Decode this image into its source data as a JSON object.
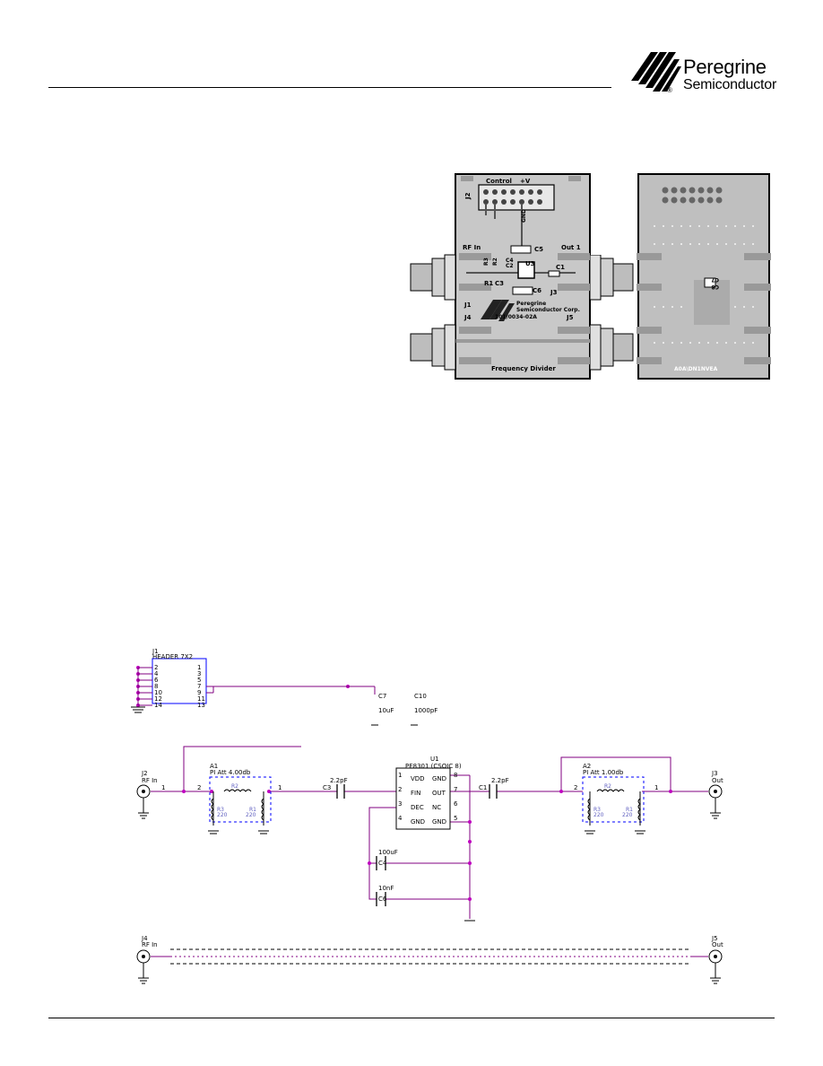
{
  "header": {
    "company_line1": "Peregrine",
    "company_line2": "Semiconductor",
    "trademark": "®"
  },
  "board_top": {
    "control_label": "Control",
    "plus_v_label": "+V",
    "j2_label": "J2",
    "rf_in_label": "RF In",
    "out1_label": "Out 1",
    "r3_label": "R3",
    "r2_label": "R2",
    "r1_label": "R1",
    "c2_label": "C2",
    "c3_label": "C3",
    "c4_label": "C4",
    "c5_label": "C5",
    "c6_label": "C6",
    "c1_label": "C1",
    "u3_label": "U3",
    "j1_label": "J1",
    "j3_label": "J3",
    "j4_label": "J4",
    "j5_label": "J5",
    "gnd_label": "GND",
    "company_line1": "Peregrine",
    "company_line2": "Semiconductor Corp.",
    "part_number": "101/0034-02A",
    "footer_label": "Frequency Divider"
  },
  "board_bottom": {
    "footer_label": "A0A\\DN1NVEA",
    "c_labels": [
      "C7",
      "C8"
    ]
  },
  "schematic_header": {
    "ref": "J1",
    "name": "HEADER 7X2",
    "left_pins": [
      "2",
      "4",
      "6",
      "8",
      "10",
      "12",
      "14"
    ],
    "right_pins": [
      "1",
      "3",
      "5",
      "7",
      "9",
      "11",
      "13"
    ],
    "c7_ref": "C7",
    "c7_val": "10uF",
    "c10_ref": "C10",
    "c10_val": "1000pF"
  },
  "schematic_main": {
    "j2_ref": "J2",
    "j2_name": "RF In",
    "a1_ref": "A1",
    "a1_name": "PI Att 4.00db",
    "a1_r3": "R3",
    "a1_r3_val": "220",
    "a1_r2": "R2",
    "a1_r1": "R1",
    "a1_r1_val": "220",
    "c3_ref": "C3",
    "c3_val": "2.2pF",
    "u1_ref": "U1",
    "u1_name": "PE8301 (CSOIC 8)",
    "u1_pins_left": [
      "VDD",
      "FIN",
      "DEC",
      "GND"
    ],
    "u1_pins_right": [
      "GND",
      "OUT",
      "NC",
      "GND"
    ],
    "u1_pin_nums_left": [
      "1",
      "2",
      "3",
      "4"
    ],
    "u1_pin_nums_right": [
      "8",
      "7",
      "6",
      "5"
    ],
    "c1_ref": "C1",
    "c1_val": "2.2pF",
    "c4_ref": "C4",
    "c4_val": "100uF",
    "c6_ref": "C6",
    "c6_val": "10nF",
    "a2_ref": "A2",
    "a2_name": "PI Att 1.00db",
    "a2_r3": "R3",
    "a2_r3_val": "220",
    "a2_r2": "R2",
    "a2_r1": "R1",
    "a2_r1_val": "220",
    "j3_ref": "J3",
    "j3_name": "Out",
    "pin1": "1",
    "pin2": "2"
  },
  "schematic_bottom": {
    "j4_ref": "J4",
    "j4_name": "RF In",
    "j5_ref": "J5",
    "j5_name": "Out"
  }
}
